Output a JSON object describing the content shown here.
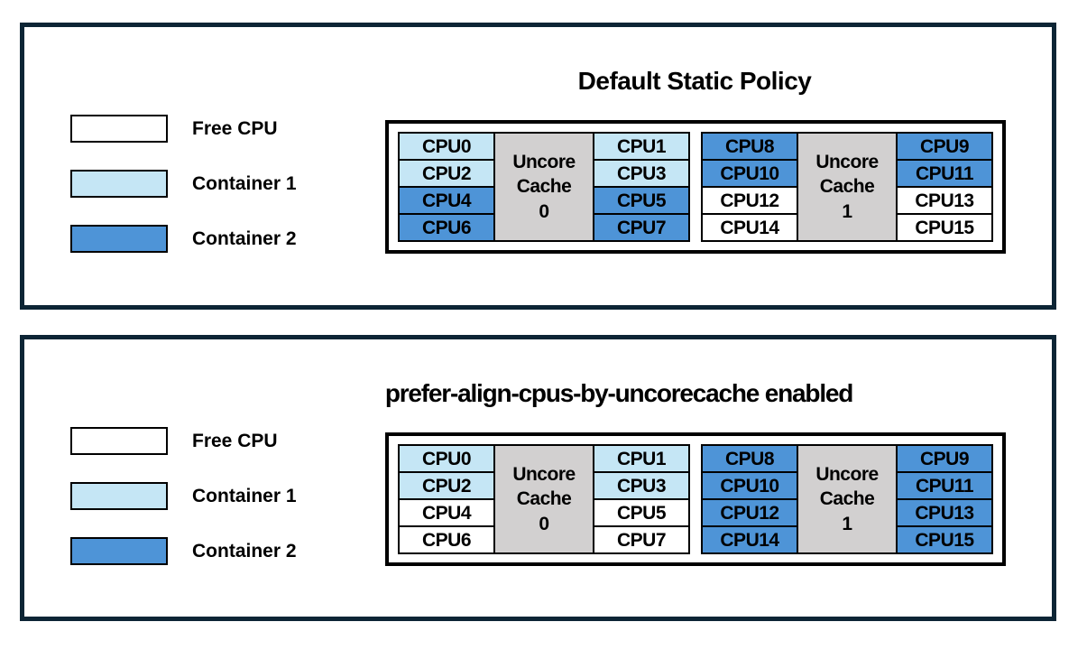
{
  "colors": {
    "free": "#ffffff",
    "container1": "#c5e6f5",
    "container2": "#4e94d7",
    "cache": "#d2d0d0",
    "panel-border": "#0d2535"
  },
  "legend": {
    "items": [
      {
        "id": "free",
        "label": "Free CPU"
      },
      {
        "id": "container1",
        "label": "Container 1"
      },
      {
        "id": "container2",
        "label": "Container 2"
      }
    ]
  },
  "panels": [
    {
      "title": "Default Static Policy",
      "clusters": [
        {
          "cache_label": "Uncore\nCache\n0",
          "cpus": [
            {
              "label": "CPU0",
              "owner": "container1"
            },
            {
              "label": "CPU1",
              "owner": "container1"
            },
            {
              "label": "CPU2",
              "owner": "container1"
            },
            {
              "label": "CPU3",
              "owner": "container1"
            },
            {
              "label": "CPU4",
              "owner": "container2"
            },
            {
              "label": "CPU5",
              "owner": "container2"
            },
            {
              "label": "CPU6",
              "owner": "container2"
            },
            {
              "label": "CPU7",
              "owner": "container2"
            }
          ]
        },
        {
          "cache_label": "Uncore\nCache\n1",
          "cpus": [
            {
              "label": "CPU8",
              "owner": "container2"
            },
            {
              "label": "CPU9",
              "owner": "container2"
            },
            {
              "label": "CPU10",
              "owner": "container2"
            },
            {
              "label": "CPU11",
              "owner": "container2"
            },
            {
              "label": "CPU12",
              "owner": "free"
            },
            {
              "label": "CPU13",
              "owner": "free"
            },
            {
              "label": "CPU14",
              "owner": "free"
            },
            {
              "label": "CPU15",
              "owner": "free"
            }
          ]
        }
      ]
    },
    {
      "title": "prefer-align-cpus-by-uncorecache enabled",
      "clusters": [
        {
          "cache_label": "Uncore\nCache\n0",
          "cpus": [
            {
              "label": "CPU0",
              "owner": "container1"
            },
            {
              "label": "CPU1",
              "owner": "container1"
            },
            {
              "label": "CPU2",
              "owner": "container1"
            },
            {
              "label": "CPU3",
              "owner": "container1"
            },
            {
              "label": "CPU4",
              "owner": "free"
            },
            {
              "label": "CPU5",
              "owner": "free"
            },
            {
              "label": "CPU6",
              "owner": "free"
            },
            {
              "label": "CPU7",
              "owner": "free"
            }
          ]
        },
        {
          "cache_label": "Uncore\nCache\n1",
          "cpus": [
            {
              "label": "CPU8",
              "owner": "container2"
            },
            {
              "label": "CPU9",
              "owner": "container2"
            },
            {
              "label": "CPU10",
              "owner": "container2"
            },
            {
              "label": "CPU11",
              "owner": "container2"
            },
            {
              "label": "CPU12",
              "owner": "container2"
            },
            {
              "label": "CPU13",
              "owner": "container2"
            },
            {
              "label": "CPU14",
              "owner": "container2"
            },
            {
              "label": "CPU15",
              "owner": "container2"
            }
          ]
        }
      ]
    }
  ]
}
